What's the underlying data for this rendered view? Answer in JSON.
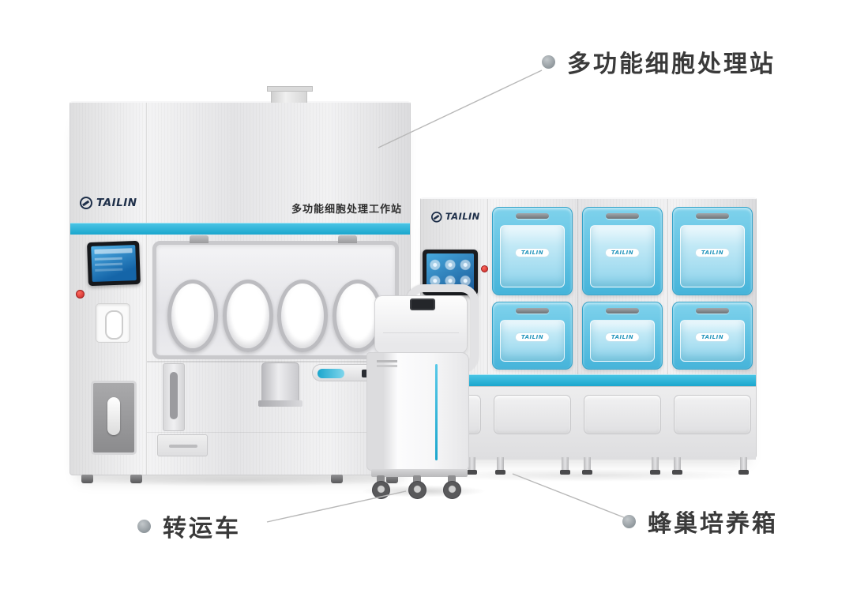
{
  "callouts": {
    "workstation": "多功能细胞处理站",
    "cart": "转运车",
    "incubator": "蜂巢培养箱"
  },
  "workstation": {
    "brand": "TAILIN",
    "panel_title": "多功能细胞处理工作站"
  },
  "incubator": {
    "brand": "TAILIN",
    "door_badge": "TAILIN",
    "door_count": 6
  },
  "colors": {
    "accent": "#1ba6cd",
    "door_blue_light": "#7fd2ec",
    "door_blue": "#46b4da",
    "label_text": "#3a3a3a",
    "bullet": "#8f979c",
    "brand_navy": "#1e2f49"
  }
}
